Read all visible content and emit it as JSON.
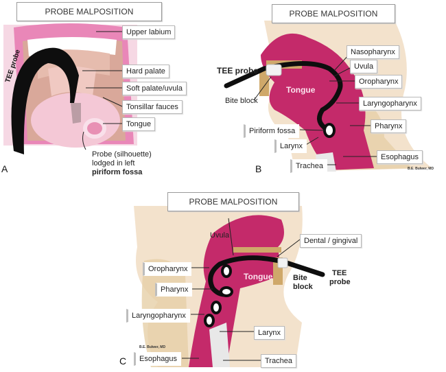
{
  "figure": {
    "panels": [
      {
        "letter": "A",
        "title": "PROBE MALPOSITION",
        "view": "Oral cavity frontal view",
        "probe_label": "TEE probe",
        "labels": [
          "Upper labium",
          "Hard palate",
          "Soft palate/uvula",
          "Tonsillar fauces",
          "Tongue"
        ],
        "note": {
          "line1": "Probe (silhouette)",
          "line2": "lodged in left",
          "line3": "piriform fossa"
        }
      },
      {
        "letter": "B",
        "title": "PROBE MALPOSITION",
        "probe_label": "TEE probe",
        "bite_block_label": "Bite block",
        "tongue_label": "Tongue",
        "labels_right": [
          "Nasopharynx",
          "Uvula",
          "Oropharynx",
          "Laryngopharynx",
          "Pharynx",
          "Esophagus"
        ],
        "labels_left": [
          "Piriform fossa",
          "Larynx",
          "Trachea"
        ],
        "credit": "B.E. Bulwer, MD"
      },
      {
        "letter": "C",
        "title": "PROBE MALPOSITION",
        "uvula_label": "Uvula",
        "tongue_label": "Tongue",
        "labels_left": [
          "Oropharynx",
          "Pharynx",
          "Laryngopharynx",
          "Esophagus"
        ],
        "labels_right": [
          "Dental / gingival",
          "Larynx",
          "Trachea"
        ],
        "bite_block_label": {
          "line1": "Bite",
          "line2": "block"
        },
        "probe_label": {
          "line1": "TEE",
          "line2": "probe"
        },
        "credit": "B.E. Bulwer, MD"
      }
    ],
    "colors": {
      "tissue": "#c42a6a",
      "tissue_dark": "#a01c52",
      "skin": "#f3e2cc",
      "lip": "#e987b8",
      "probe": "#111111",
      "bone": "#e6d0a8"
    }
  }
}
